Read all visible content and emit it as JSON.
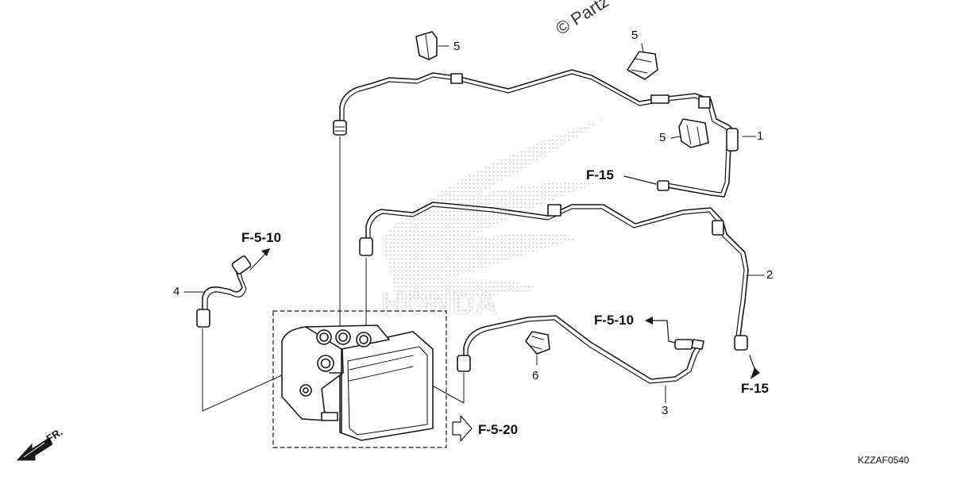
{
  "watermark": "© Partz",
  "brand_text": "HONDA",
  "diagram_code": "KZZAF0540",
  "front_indicator": "FR.",
  "callouts": {
    "part_1": "1",
    "part_2": "2",
    "part_3": "3",
    "part_4": "4",
    "part_5_a": "5",
    "part_5_b": "5",
    "part_5_c": "5",
    "part_6": "6"
  },
  "references": {
    "ref_f15_top": "F-15",
    "ref_f15_bottom": "F-15",
    "ref_f510_left": "F-5-10",
    "ref_f510_right": "F-5-10",
    "ref_f520": "F-5-20"
  },
  "colors": {
    "line": "#1a1a1a",
    "stipple": "#b8b8b8",
    "background": "#ffffff"
  }
}
